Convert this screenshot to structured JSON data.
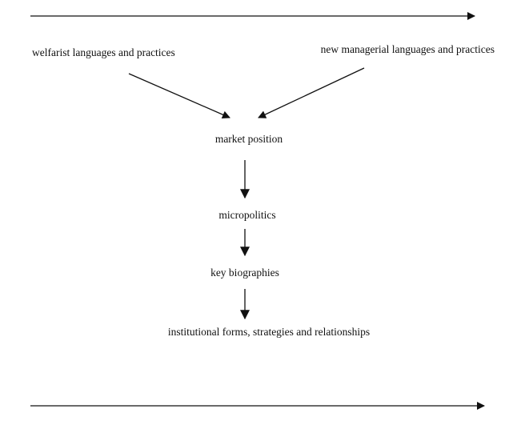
{
  "nodes": {
    "welfarist": "welfarist languages and practices",
    "managerial": "new managerial languages and practices",
    "market_position": "market position",
    "micropolitics": "micropolitics",
    "key_biographies": "key biographies",
    "institutional": "institutional forms, strategies and relationships"
  },
  "colors": {
    "ink": "#111111",
    "background": "#ffffff"
  }
}
